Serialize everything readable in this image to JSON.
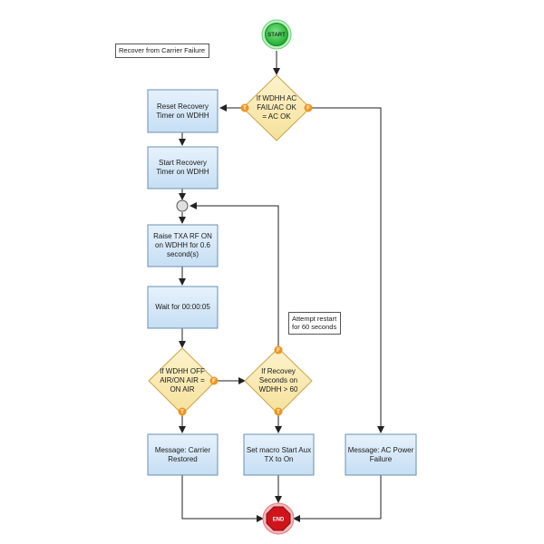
{
  "diagram": {
    "title": "Recover from Carrier Failure",
    "note": "Attempt restart for 60 seconds",
    "start": {
      "label": "START",
      "color": "#2ecc40"
    },
    "end": {
      "label": "END",
      "color": "#d0141c"
    },
    "steps": {
      "reset_timer": "Reset Recovery Timer on WDHH",
      "start_timer": "Start Recovery Timer on WDHH",
      "raise_txa": "Raise TXA  RF ON on WDHH for 0.6 second(s)",
      "wait": "Wait for 00:00:05",
      "msg_carrier": "Message: Carrier Restored",
      "set_macro": "Set macro Start Aux TX to On",
      "msg_ac": "Message: AC Power Failure"
    },
    "decisions": {
      "ac_check": "If WDHH AC FAIL/AC OK = AC OK",
      "air_check": "If WDHH OFF AIR/ON AIR = ON AIR",
      "recovery_check": "If Recovey Seconds on WDHH > 60"
    },
    "ports": {
      "true": "T",
      "false": "F"
    },
    "colors": {
      "step_fill": "#d6e9f8",
      "step_border": "#6a8fb0",
      "decision_fill": "#faecb4",
      "decision_border": "#c8a54a",
      "port": "#f0941e",
      "line": "#222222"
    }
  }
}
